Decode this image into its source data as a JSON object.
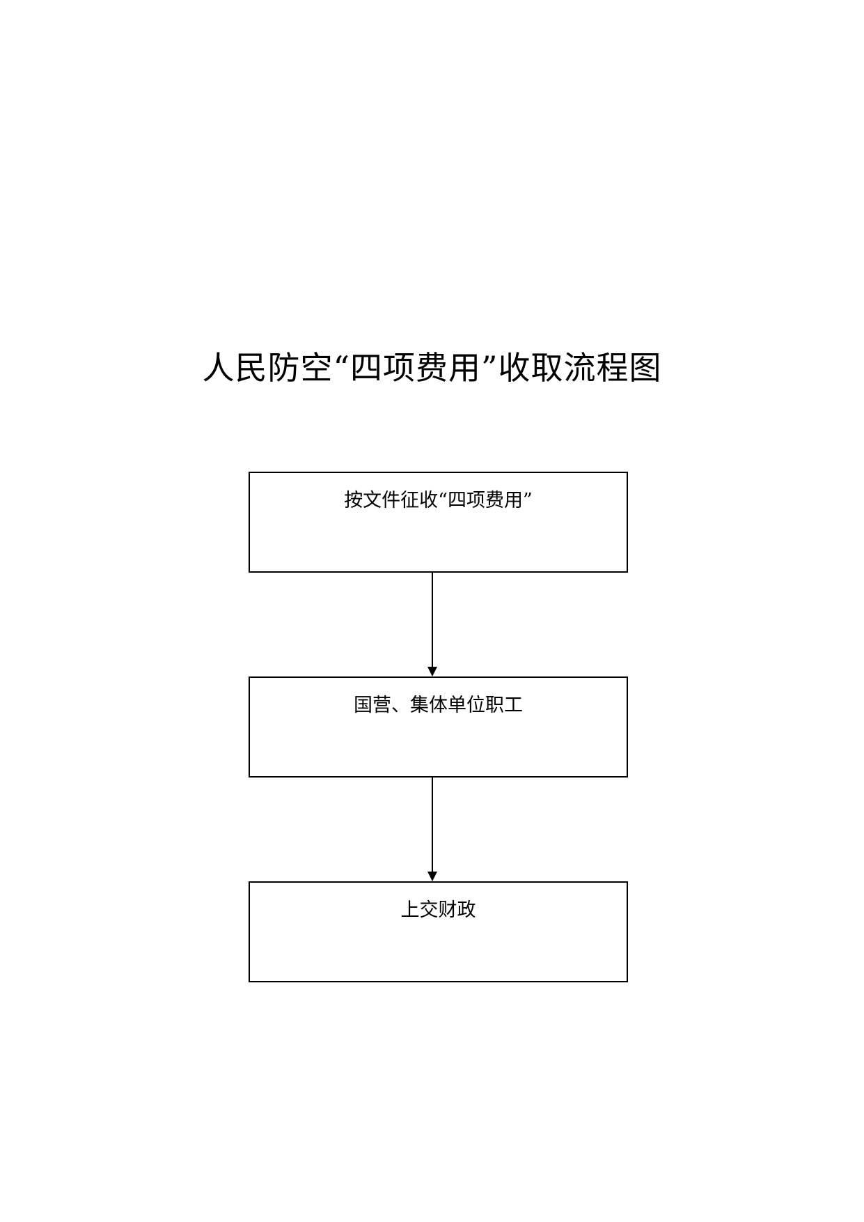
{
  "diagram": {
    "title": "人民防空“四项费用”收取流程图",
    "nodes": [
      {
        "id": "step1",
        "label": "按文件征收“四项费用”"
      },
      {
        "id": "step2",
        "label": "国营、集体单位职工"
      },
      {
        "id": "step3",
        "label": "上交财政"
      }
    ],
    "edges": [
      {
        "from": "step1",
        "to": "step2"
      },
      {
        "from": "step2",
        "to": "step3"
      }
    ],
    "colors": {
      "stroke": "#000000",
      "background": "#ffffff"
    }
  }
}
